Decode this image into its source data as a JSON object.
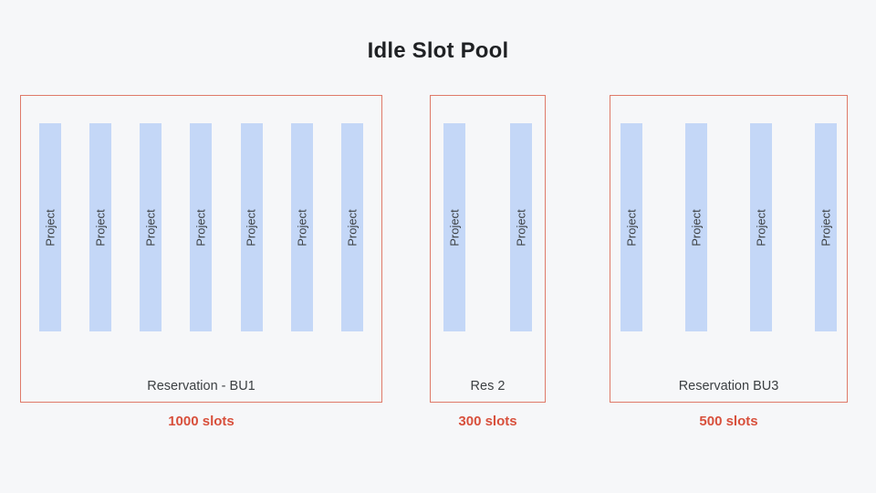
{
  "page": {
    "title": "Idle Slot Pool"
  },
  "colors": {
    "page_background": "#f6f7f9",
    "box_border": "#df7a69",
    "bar_fill": "#c4d7f7",
    "label_text": "#3c4043",
    "slots_text": "#d8503c",
    "title_text": "#1f2124"
  },
  "reservations": [
    {
      "name": "Reservation - BU1",
      "slots": "1000 slots",
      "projects": [
        "Project",
        "Project",
        "Project",
        "Project",
        "Project",
        "Project",
        "Project"
      ]
    },
    {
      "name": "Res 2",
      "slots": "300 slots",
      "projects": [
        "Project",
        "Project"
      ]
    },
    {
      "name": "Reservation BU3",
      "slots": "500 slots",
      "projects": [
        "Project",
        "Project",
        "Project",
        "Project"
      ]
    }
  ]
}
